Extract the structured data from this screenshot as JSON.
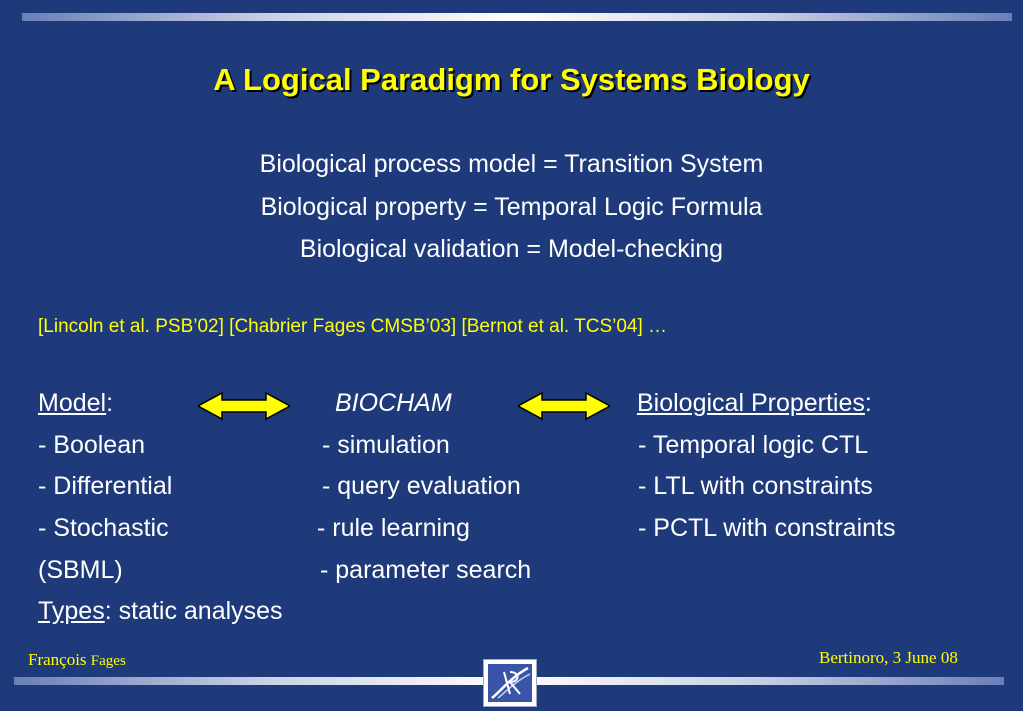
{
  "title": "A Logical Paradigm for Systems Biology",
  "equations": [
    "Biological process model = Transition System",
    "Biological property = Temporal Logic Formula",
    "Biological validation = Model-checking"
  ],
  "references": "[Lincoln et al. PSB’02]  [Chabrier Fages CMSB’03]  [Bernot et al. TCS’04] …",
  "model": {
    "heading": "Model",
    "items": [
      "- Boolean",
      "- Differential",
      "- Stochastic",
      "(SBML)"
    ]
  },
  "biocham": {
    "heading": "BIOCHAM",
    "items": [
      "- simulation",
      "- query evaluation",
      "- rule learning",
      "- parameter search"
    ]
  },
  "properties": {
    "heading": "Biological Properties",
    "items": [
      "-  Temporal logic CTL",
      "-  LTL with constraints",
      "-  PCTL with constraints"
    ]
  },
  "types": {
    "heading": "Types",
    "text": ": static analyses"
  },
  "colon": ":",
  "footer": {
    "author_first": "François",
    "author_last": "Fages",
    "place_date": "Bertinoro, 3 June 08"
  },
  "colors": {
    "background": "#1f3a7a",
    "title": "#ffff00",
    "text": "#ffffff"
  }
}
